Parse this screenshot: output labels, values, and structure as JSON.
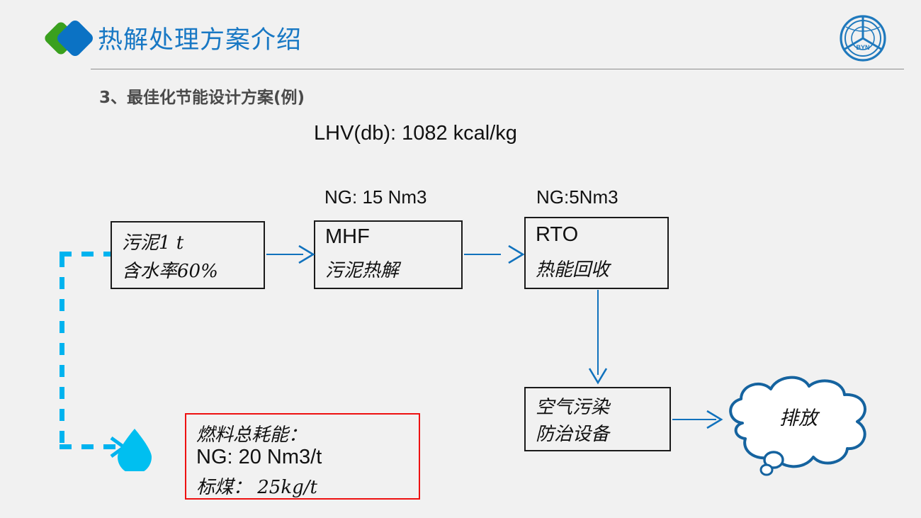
{
  "header": {
    "title": "热解处理方案介绍",
    "logo_icon": "double-diamond-logo",
    "corp_logo_icon": "byn-circular-logo",
    "corp_logo_text": "BYN",
    "accent_color": "#1878c4",
    "logo_green": "#3aa01e",
    "logo_blue": "#0b72c4",
    "rule_color": "#8d8d8d"
  },
  "subtitle": "3、最佳化节能设计方案(例)",
  "annotations": {
    "lhv": "LHV(db): 1082 kcal/kg",
    "ng_mhf": "NG: 15 Nm3",
    "ng_rto": "NG:5Nm3"
  },
  "diagram": {
    "connector_color": "#1172bd",
    "recycle_color": "#00b3ef",
    "box_border_color": "#1a1a1a",
    "boxes": [
      {
        "id": "sludge",
        "line1": "污泥1 t",
        "line2": "含水率60%",
        "line1_script": "cjk",
        "line2_script": "cjk"
      },
      {
        "id": "mhf",
        "line1": "MHF",
        "line2": "污泥热解",
        "line1_script": "latin",
        "line2_script": "cjk"
      },
      {
        "id": "rto",
        "line1": "RTO",
        "line2": "热能回收",
        "line1_script": "latin",
        "line2_script": "cjk"
      },
      {
        "id": "apc",
        "line1": "空气污染",
        "line2": "防治设备",
        "line1_script": "cjk",
        "line2_script": "cjk"
      }
    ],
    "cloud": {
      "label": "排放",
      "icon": "cloud-thought-bubble",
      "color": "#15639f"
    },
    "droplet": {
      "icon": "water-droplet-icon",
      "color": "#00bff0"
    }
  },
  "fuel_box": {
    "border_color": "#ee1111",
    "line1": "燃料总耗能：",
    "line2": "NG: 20 Nm3/t",
    "line3": "标煤： 25kg/t"
  }
}
